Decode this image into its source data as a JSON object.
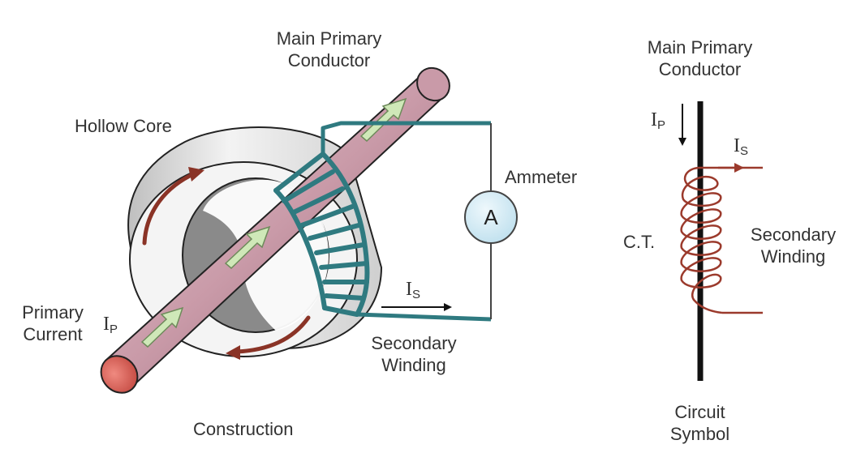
{
  "labels": {
    "main_primary_conductor_left": [
      "Main Primary",
      "Conductor"
    ],
    "hollow_core": "Hollow Core",
    "ammeter": "Ammeter",
    "ammeter_symbol": "A",
    "primary_current": [
      "Primary",
      "Current"
    ],
    "secondary_winding_left": [
      "Secondary",
      "Winding"
    ],
    "construction": "Construction",
    "main_primary_conductor_right": [
      "Main Primary",
      "Conductor"
    ],
    "ct": "C.T.",
    "secondary_winding_right": [
      "Secondary",
      "Winding"
    ],
    "circuit_symbol": [
      "Circuit",
      "Symbol"
    ],
    "ip_main": "I",
    "ip_sub": "P",
    "is_main": "I",
    "is_sub": "S"
  },
  "colors": {
    "conductor": "#c99aa8",
    "conductor_end": "#d9675f",
    "core_outer": "#e6e6e6",
    "core_inner": "#888888",
    "winding": "#2f7a80",
    "arrow_green": "#cfe8b8",
    "coil": "#9b3a2c",
    "ammeter_fill": "#cde7f3"
  }
}
